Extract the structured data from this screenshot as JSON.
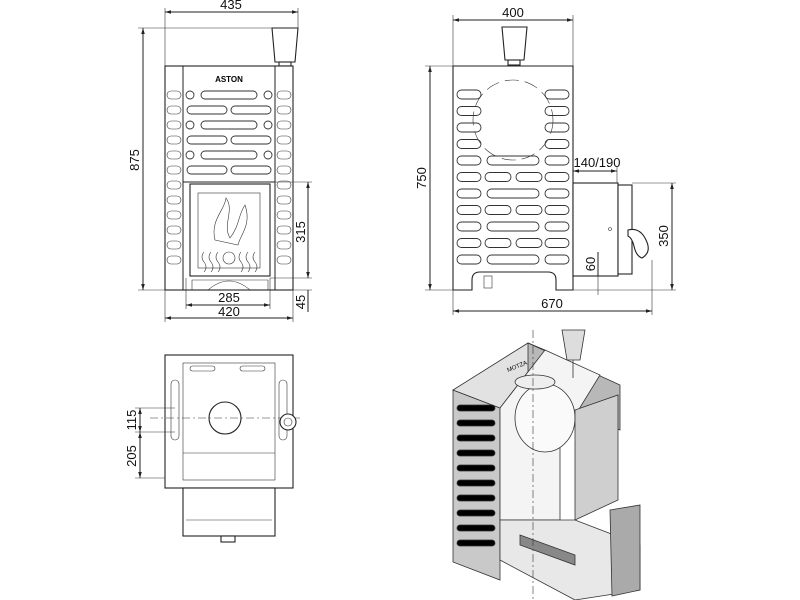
{
  "front_view": {
    "brand_logo": "ASTON",
    "dims": {
      "total_width": "435",
      "height": "875",
      "door_height": "315",
      "door_width": "285",
      "body_width": "420",
      "base_height": "45"
    }
  },
  "side_view": {
    "dims": {
      "width": "400",
      "height": "750",
      "extension": "140/190",
      "door_height": "350",
      "door_base": "60",
      "total_depth": "670"
    }
  },
  "top_view": {
    "dims": {
      "offset_a": "115",
      "offset_b": "205"
    }
  },
  "iso_view": {
    "label": "MOTZA"
  }
}
